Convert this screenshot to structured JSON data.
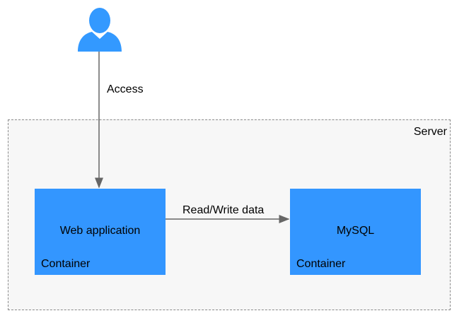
{
  "server": {
    "label": "Server"
  },
  "nodes": {
    "web": {
      "title": "Web application",
      "subtitle": "Container"
    },
    "db": {
      "title": "MySQL",
      "subtitle": "Container"
    }
  },
  "edges": {
    "access": "Access",
    "read_write": "Read/Write data"
  },
  "icons": {
    "user": "user-icon"
  },
  "colors": {
    "node_fill": "#3396ff",
    "icon": "#3399ff",
    "container_bg": "#f7f7f7",
    "border": "#8a8a8a",
    "arrow": "#666666"
  }
}
